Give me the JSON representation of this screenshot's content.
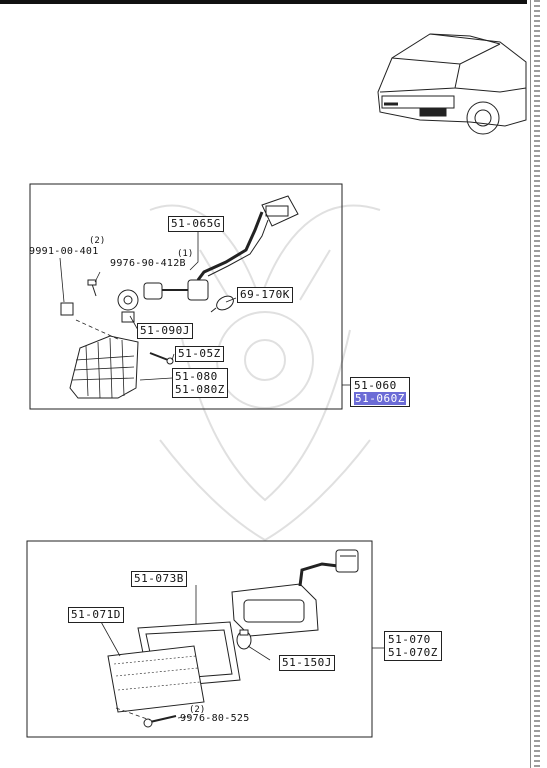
{
  "diagram": {
    "upper_group": {
      "assembly": [
        "51-060",
        "51-060Z"
      ],
      "parts": {
        "p_51065g": "51-065G",
        "p_9991": "9991-00-401",
        "q_9991": "(2)",
        "p_9976_90": "9976-90-412B",
        "q_9976_90": "(1)",
        "p_69170k": "69-170K",
        "p_51090j": "51-090J",
        "p_5105z": "51-05Z",
        "p_51080": "51-080",
        "p_51080z": "51-080Z"
      }
    },
    "lower_group": {
      "assembly": [
        "51-070",
        "51-070Z"
      ],
      "parts": {
        "p_51073b": "51-073B",
        "p_51071d": "51-071D",
        "p_51150j": "51-150J",
        "p_9976_80": "9976-80-525",
        "q_9976_80": "(2)"
      }
    },
    "colors": {
      "highlight": "#6b6bd6",
      "line": "#222222"
    }
  }
}
